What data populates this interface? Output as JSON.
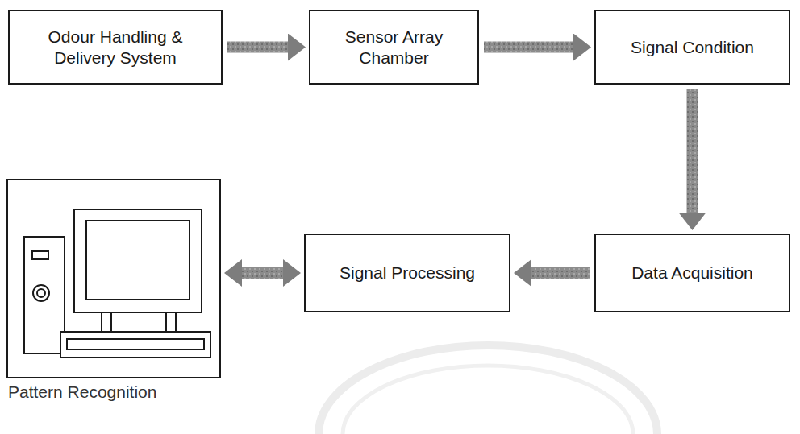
{
  "diagram": {
    "nodes": [
      {
        "text": [
          "Odour Handling & Delivery System"
        ]
      },
      {
        "text": [
          "Sensor Array Chamber"
        ]
      },
      {
        "text": [
          "Signal Condition"
        ]
      },
      {
        "text": [
          "Data Acquisition"
        ]
      },
      {
        "text": [
          "Signal Processing"
        ]
      },
      {
        "text": [
          "Pattern Recognition"
        ]
      }
    ],
    "edges": [
      {
        "from": 0,
        "to": 1,
        "arrow": "to"
      },
      {
        "from": 1,
        "to": 2,
        "arrow": "to"
      },
      {
        "from": 2,
        "to": 3,
        "arrow": "to"
      },
      {
        "from": 3,
        "to": 4,
        "arrow": "to"
      },
      {
        "from": 4,
        "to": 5,
        "arrow": "both"
      }
    ]
  }
}
